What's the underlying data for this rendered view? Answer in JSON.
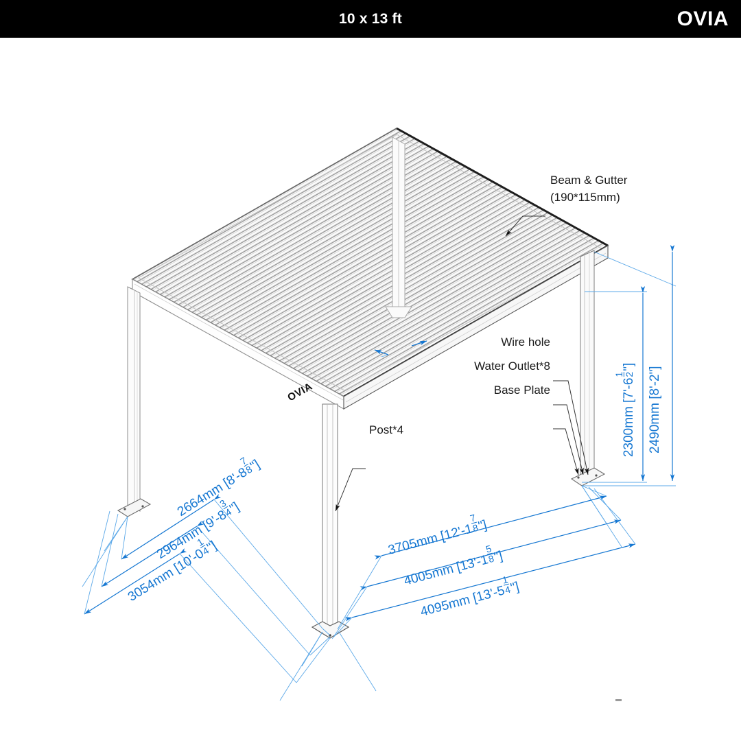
{
  "header": {
    "title": "10 x 13 ft",
    "logo": "OVIA"
  },
  "drawing": {
    "product_logo_on_beam": "OVIA",
    "callouts": [
      {
        "name": "beam-gutter",
        "line1": "Beam & Gutter",
        "line2": "(190*115mm)"
      },
      {
        "name": "wire-hole",
        "text": "Wire hole"
      },
      {
        "name": "water-outlet",
        "text": "Water Outlet*8"
      },
      {
        "name": "base-plate",
        "text": "Base Plate"
      },
      {
        "name": "post",
        "text": "Post*4"
      }
    ],
    "dimensions": {
      "left_side": [
        {
          "mm": "2664mm",
          "ft": "[8'-8",
          "frac_n": "7",
          "frac_d": "8",
          "unit": "\"]"
        },
        {
          "mm": "2964mm",
          "ft": "[9'-8",
          "frac_n": "3",
          "frac_d": "4",
          "unit": "\"]"
        },
        {
          "mm": "3054mm",
          "ft": "[10'-0",
          "frac_n": "1",
          "frac_d": "4",
          "unit": "\"]"
        }
      ],
      "right_side": [
        {
          "mm": "3705mm",
          "ft": "[12'-1",
          "frac_n": "7",
          "frac_d": "8",
          "unit": "\"]"
        },
        {
          "mm": "4005mm",
          "ft": "[13'-1",
          "frac_n": "5",
          "frac_d": "8",
          "unit": "\"]"
        },
        {
          "mm": "4095mm",
          "ft": "[13'-5",
          "frac_n": "1",
          "frac_d": "4",
          "unit": "\"]"
        }
      ],
      "vertical": [
        {
          "mm": "2300mm",
          "ft": "[7'-6",
          "frac_n": "1",
          "frac_d": "2",
          "unit": "\"]"
        },
        {
          "mm": "2490mm",
          "ft": "[8'-2\"]",
          "frac_n": "",
          "frac_d": "",
          "unit": ""
        }
      ]
    },
    "colors": {
      "dimension_blue": "#1577d2",
      "line_dark": "#2b2b2b",
      "line_light": "#b9b9b9",
      "header_bg": "#000000"
    }
  }
}
